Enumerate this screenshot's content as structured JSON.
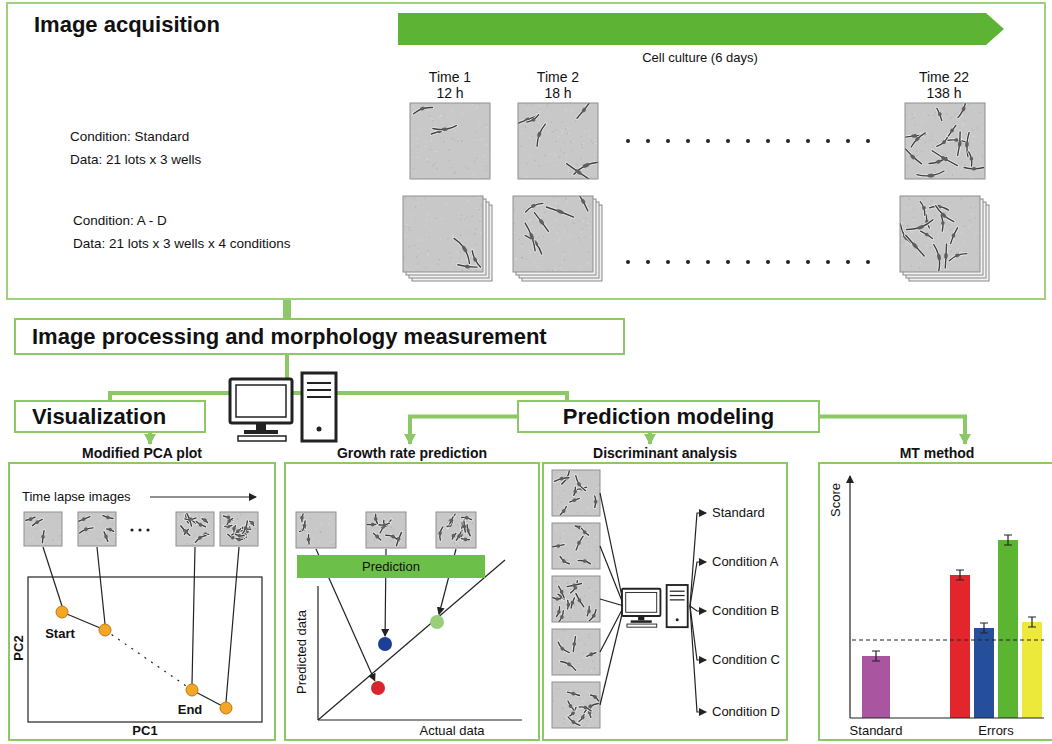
{
  "diagram": {
    "nodes": [
      {
        "text": [
          "Image acquisition"
        ]
      },
      {
        "text": [
          "Image processing and morphology measurement"
        ]
      },
      {
        "text": [
          "Visualization"
        ]
      },
      {
        "text": [
          "Prediction modeling"
        ]
      },
      {
        "text": [
          "Modified PCA plot"
        ]
      },
      {
        "text": [
          "Growth rate prediction"
        ]
      },
      {
        "text": [
          "Prediction"
        ],
        "in": 5
      },
      {
        "text": [
          "Discriminant analysis"
        ]
      },
      {
        "text": [
          "MT method"
        ]
      }
    ],
    "edges": [
      {
        "from": 0,
        "to": 1,
        "arrow": "none"
      },
      {
        "from": 1,
        "to": 2,
        "arrow": "none"
      },
      {
        "from": 1,
        "to": 3,
        "arrow": "none"
      },
      {
        "from": 2,
        "to": 4,
        "arrow": "to"
      },
      {
        "from": 3,
        "to": 5,
        "arrow": "to"
      },
      {
        "from": 3,
        "to": 7,
        "arrow": "to"
      },
      {
        "from": 3,
        "to": 8,
        "arrow": "to"
      }
    ],
    "labels": [
      "Cell culture (6 days)",
      "Time 1",
      "12 h",
      "Time 2",
      "18 h",
      "Time 22",
      "138 h",
      "Condition: Standard",
      "Data: 21 lots x 3 wells",
      "Condition: A - D",
      "Data: 21 lots x 3 wells x 4 conditions",
      "Time lapse images",
      "Start",
      "End",
      "PC2",
      "PC1",
      "Predicted data",
      "Actual data",
      "Standard",
      "Condition A",
      "Condition B",
      "Condition C",
      "Condition D",
      "Score",
      "Standard",
      "Errors"
    ]
  }
}
